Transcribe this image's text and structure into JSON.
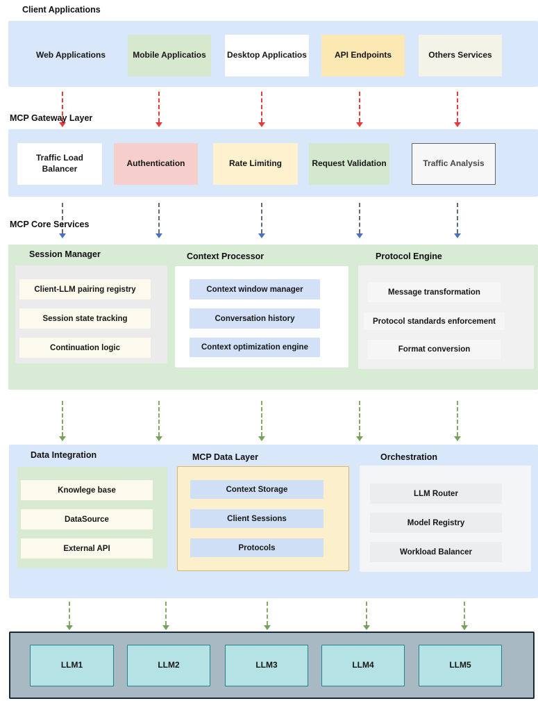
{
  "palette": {
    "band_blue": "#d9e7fb",
    "band_green": "#d7ebd5",
    "band_gray": "#a8b9c4",
    "node_green": "#d6e8cd",
    "node_yellow": "#fce8b2",
    "node_beige": "#f4f3e8",
    "node_pink": "#f6cecb",
    "node_light_yellow": "#fdf2cd",
    "node_light_green": "#d4e8d0",
    "item_cream": "#fbfaec",
    "item_blue": "#d2e1f7",
    "item_gray": "#f6f6f6",
    "llm_teal": "#b5e2e4",
    "arrow_red": "#e23c3c",
    "arrow_blue": "#4d72bd",
    "arrow_green": "#74a35c",
    "data_layer_border": "#d9b564"
  },
  "client": {
    "title": "Client Applications",
    "items": [
      "Web Applications",
      "Mobile Applicatios",
      "Desktop Applicatios",
      "API Endpoints",
      "Others Services"
    ]
  },
  "gateway": {
    "title": "MCP Gateway Layer",
    "items": [
      "Traffic Load Balancer",
      "Authentication",
      "Rate Limiting",
      "Request Validation",
      "Traffic Analysis"
    ]
  },
  "core": {
    "title": "MCP Core Services",
    "session": {
      "title": "Session Manager",
      "items": [
        "Client-LLM pairing registry",
        "Session state tracking",
        "Continuation logic"
      ]
    },
    "context": {
      "title": "Context Processor",
      "items": [
        "Context window manager",
        "Conversation history",
        "Context optimization engine"
      ]
    },
    "protocol": {
      "title": "Protocol Engine",
      "items": [
        "Message transformation",
        "Protocol standards enforcement",
        "Format conversion"
      ]
    }
  },
  "data_layer": {
    "integration": {
      "title": "Data Integration",
      "items": [
        "Knowlege base",
        "DataSource",
        "External API"
      ]
    },
    "mcp_data": {
      "title": "MCP Data Layer",
      "items": [
        "Context Storage",
        "Client Sessions",
        "Protocols"
      ]
    },
    "orchestration": {
      "title": "Orchestration",
      "items": [
        "LLM Router",
        "Model Registry",
        "Workload Balancer"
      ]
    }
  },
  "llm": {
    "items": [
      "LLM1",
      "LLM2",
      "LLM3",
      "LLM4",
      "LLM5"
    ]
  }
}
